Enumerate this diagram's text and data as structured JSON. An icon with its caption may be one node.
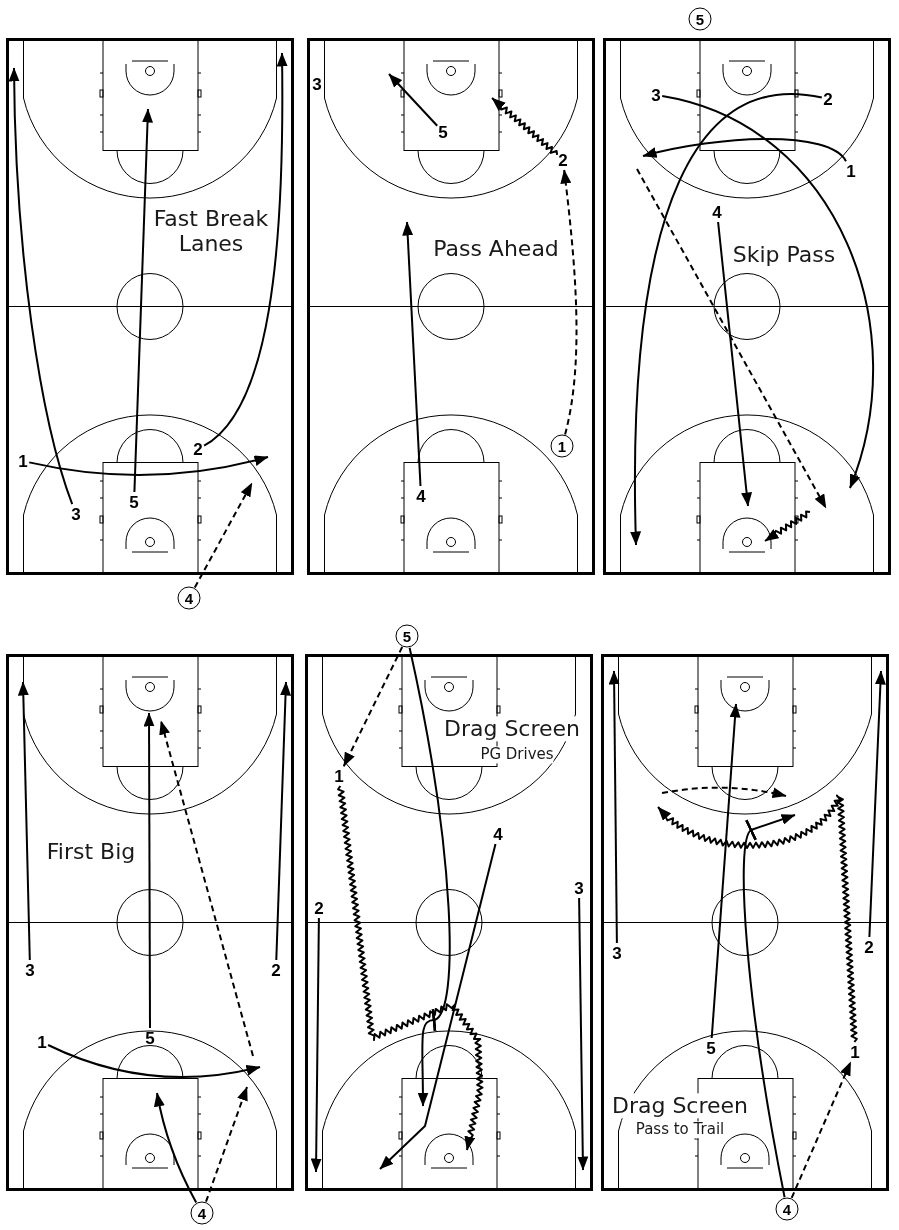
{
  "diagram": {
    "nodes": [
      {
        "text": [
          "Fast Break Lanes"
        ]
      },
      {
        "text": [
          "2"
        ],
        "in": 0
      },
      {
        "text": [
          "1"
        ],
        "in": 0
      },
      {
        "text": [
          "5"
        ],
        "in": 0
      },
      {
        "text": [
          "3"
        ],
        "in": 0
      },
      {
        "text": [
          "4"
        ]
      },
      {
        "text": [
          "Pass Ahead"
        ]
      },
      {
        "text": [
          "3"
        ],
        "in": 6
      },
      {
        "text": [
          "5"
        ],
        "in": 6
      },
      {
        "text": [
          "2"
        ],
        "in": 6
      },
      {
        "text": [
          "1"
        ],
        "in": 6
      },
      {
        "text": [
          "4"
        ],
        "in": 6
      },
      {
        "text": [
          "Skip Pass"
        ]
      },
      {
        "text": [
          "5"
        ]
      },
      {
        "text": [
          "3"
        ],
        "in": 12
      },
      {
        "text": [
          "2"
        ],
        "in": 12
      },
      {
        "text": [
          "1"
        ],
        "in": 12
      },
      {
        "text": [
          "4"
        ],
        "in": 12
      },
      {
        "text": [
          "First Big"
        ]
      },
      {
        "text": [
          "3"
        ],
        "in": 18
      },
      {
        "text": [
          "2"
        ],
        "in": 18
      },
      {
        "text": [
          "5"
        ],
        "in": 18
      },
      {
        "text": [
          "1"
        ],
        "in": 18
      },
      {
        "text": [
          "4"
        ]
      },
      {
        "text": [
          "Drag Screen",
          "PG Drives"
        ]
      },
      {
        "text": [
          "5"
        ]
      },
      {
        "text": [
          "1"
        ],
        "in": 24
      },
      {
        "text": [
          "4"
        ],
        "in": 24
      },
      {
        "text": [
          "3"
        ],
        "in": 24
      },
      {
        "text": [
          "2"
        ],
        "in": 24
      },
      {
        "text": [
          "Drag Screen",
          "Pass to Trail"
        ]
      },
      {
        "text": [
          "3"
        ],
        "in": 30
      },
      {
        "text": [
          "2"
        ],
        "in": 30
      },
      {
        "text": [
          "5"
        ],
        "in": 30
      },
      {
        "text": [
          "1"
        ],
        "in": 30
      },
      {
        "text": [
          "4"
        ]
      }
    ],
    "edges": [
      {
        "from": 2,
        "to": null,
        "arrow": "to"
      },
      {
        "from": 4,
        "to": null,
        "arrow": "to"
      },
      {
        "from": 3,
        "to": null,
        "arrow": "to"
      },
      {
        "from": 1,
        "to": null,
        "arrow": "to"
      },
      {
        "from": 5,
        "to": null,
        "arrow": "to",
        "style": "dashed"
      },
      {
        "from": 8,
        "to": null,
        "arrow": "to"
      },
      {
        "from": 9,
        "to": null,
        "arrow": "to"
      },
      {
        "from": 10,
        "to": 9,
        "arrow": "to",
        "style": "dashed"
      },
      {
        "from": 11,
        "to": null,
        "arrow": "to"
      },
      {
        "from": 14,
        "to": null,
        "arrow": "to"
      },
      {
        "from": 15,
        "to": null,
        "arrow": "to"
      },
      {
        "from": 16,
        "to": null,
        "arrow": "to"
      },
      {
        "from": 17,
        "to": null,
        "arrow": "to"
      },
      {
        "from": 19,
        "to": null,
        "arrow": "to"
      },
      {
        "from": 20,
        "to": null,
        "arrow": "to"
      },
      {
        "from": 21,
        "to": null,
        "arrow": "to"
      },
      {
        "from": 22,
        "to": null,
        "arrow": "to"
      },
      {
        "from": 23,
        "to": null,
        "arrow": "to"
      },
      {
        "from": 23,
        "to": null,
        "arrow": "to",
        "style": "dashed"
      },
      {
        "from": 25,
        "to": 26,
        "arrow": "to",
        "style": "dashed"
      },
      {
        "from": 25,
        "to": null,
        "arrow": "to"
      },
      {
        "from": 26,
        "to": null,
        "arrow": "to"
      },
      {
        "from": 27,
        "to": null,
        "arrow": "to"
      },
      {
        "from": 28,
        "to": null,
        "arrow": "to"
      },
      {
        "from": 29,
        "to": null,
        "arrow": "to"
      },
      {
        "from": 31,
        "to": null,
        "arrow": "to"
      },
      {
        "from": 32,
        "to": null,
        "arrow": "to"
      },
      {
        "from": 33,
        "to": null,
        "arrow": "to"
      },
      {
        "from": 34,
        "to": null,
        "arrow": "to"
      },
      {
        "from": 35,
        "to": null,
        "arrow": "to"
      },
      {
        "from": 35,
        "to": 34,
        "arrow": "to",
        "style": "dashed"
      }
    ]
  }
}
